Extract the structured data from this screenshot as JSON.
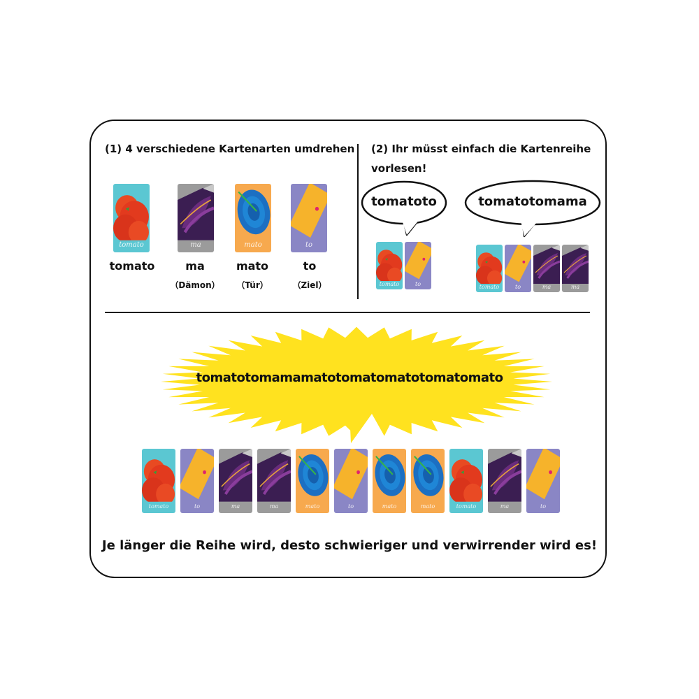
{
  "section1": {
    "heading": "(1) 4 verschiedene Kartenarten umdrehen"
  },
  "section2": {
    "heading_line1": "(2) Ihr müsst einfach die Kartenreihe",
    "heading_line2": "vorlesen!"
  },
  "card_types": [
    {
      "id": "tomato",
      "word": "tomato",
      "meaning": "",
      "card_label": "tomato",
      "bg": "#5bc7d2"
    },
    {
      "id": "ma",
      "word": "ma",
      "meaning": "（Dämon）",
      "card_label": "ma",
      "bg": "#9b9b9b"
    },
    {
      "id": "mato",
      "word": "mato",
      "meaning": "（Tür）",
      "card_label": "mato",
      "bg": "#f7a94e"
    },
    {
      "id": "to",
      "word": "to",
      "meaning": "（Ziel）",
      "card_label": "to",
      "bg": "#8a86c5"
    }
  ],
  "bubbles": [
    {
      "text": "tomatoto",
      "cards": [
        "tomato",
        "to"
      ]
    },
    {
      "text": "tomatotomama",
      "cards": [
        "tomato",
        "to",
        "ma",
        "ma"
      ]
    }
  ],
  "burst": {
    "text": "tomatotomamamatotomatomatotomatomato",
    "color": "#ffe21f"
  },
  "long_row": [
    "tomato",
    "to",
    "ma",
    "ma",
    "mato",
    "to",
    "mato",
    "mato",
    "tomato",
    "ma",
    "to"
  ],
  "footer": {
    "text": "Je länger die Reihe wird, desto schwieriger und verwirrender wird es!"
  }
}
